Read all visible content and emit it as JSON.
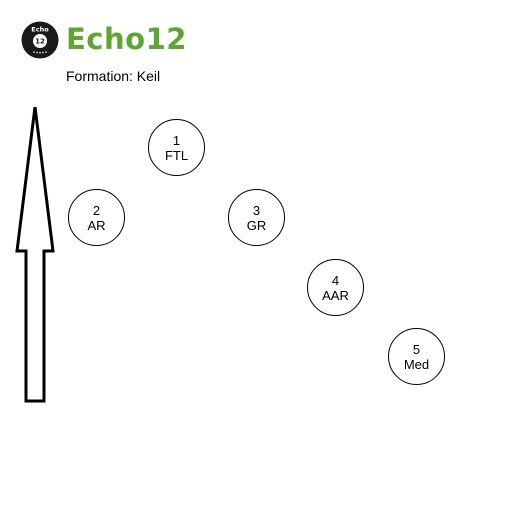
{
  "header": {
    "badge_top_text": "Echo",
    "badge_number": "12",
    "logo_text": "Echo12",
    "formation_label": "Formation: Keil"
  },
  "colors": {
    "brand_green": "#5ea533",
    "badge_dark": "#1a1a1a",
    "outline": "#000000"
  },
  "icons": {
    "direction": "up-arrow-icon",
    "logo": "echo12-badge-icon"
  },
  "members": [
    {
      "number": "1",
      "role": "FTL"
    },
    {
      "number": "2",
      "role": "AR"
    },
    {
      "number": "3",
      "role": "GR"
    },
    {
      "number": "4",
      "role": "AAR"
    },
    {
      "number": "5",
      "role": "Med"
    }
  ]
}
